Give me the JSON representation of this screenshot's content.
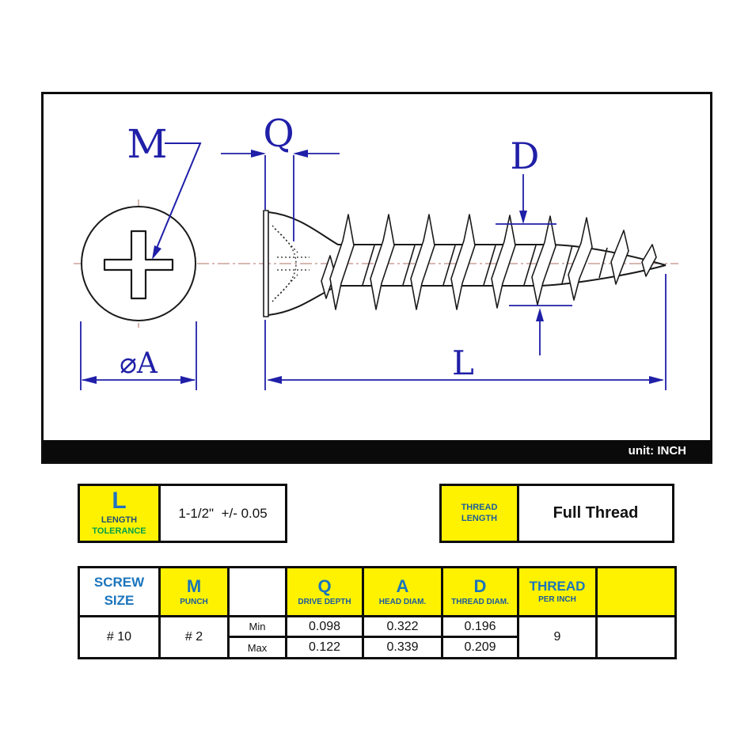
{
  "drawing": {
    "label_m": "M",
    "label_q": "Q",
    "label_d": "D",
    "label_l": "L",
    "label_phi_a": "⌀A",
    "unit_label": "unit: INCH"
  },
  "length_tolerance_box": {
    "symbol": "L",
    "label_line1": "LENGTH",
    "label_line2": "TOLERANCE",
    "value": "1-1/2\"  +/- 0.05"
  },
  "thread_length_box": {
    "label_line1": "THREAD",
    "label_line2": "LENGTH",
    "value": "Full Thread"
  },
  "spec_table": {
    "header": {
      "screw_size_line1": "SCREW",
      "screw_size_line2": "SIZE",
      "m_symbol": "M",
      "m_label": "PUNCH",
      "q_symbol": "Q",
      "q_label": "DRIVE DEPTH",
      "a_symbol": "A",
      "a_label": "HEAD DIAM.",
      "d_symbol": "D",
      "d_label": "THREAD DIAM.",
      "thread_symbol": "THREAD",
      "thread_label": "PER INCH"
    },
    "screw_size_value": "# 10",
    "punch_value": "# 2",
    "rows": [
      {
        "label": "Min",
        "drive_depth": "0.098",
        "head_diam": "0.322",
        "thread_diam": "0.196"
      },
      {
        "label": "Max",
        "drive_depth": "0.122",
        "head_diam": "0.339",
        "thread_diam": "0.209"
      }
    ],
    "thread_per_inch": "9"
  },
  "colors": {
    "yellow": "#FFF200",
    "accent_blue": "#1B75BC",
    "header_label_blue": "#1A5A9E",
    "navy": "#1F4E79",
    "green": "#00A14B",
    "drawing_blue": "#1F1FA8",
    "centerline_pink": "#C08E84",
    "frame_black": "#0D0D0D"
  }
}
